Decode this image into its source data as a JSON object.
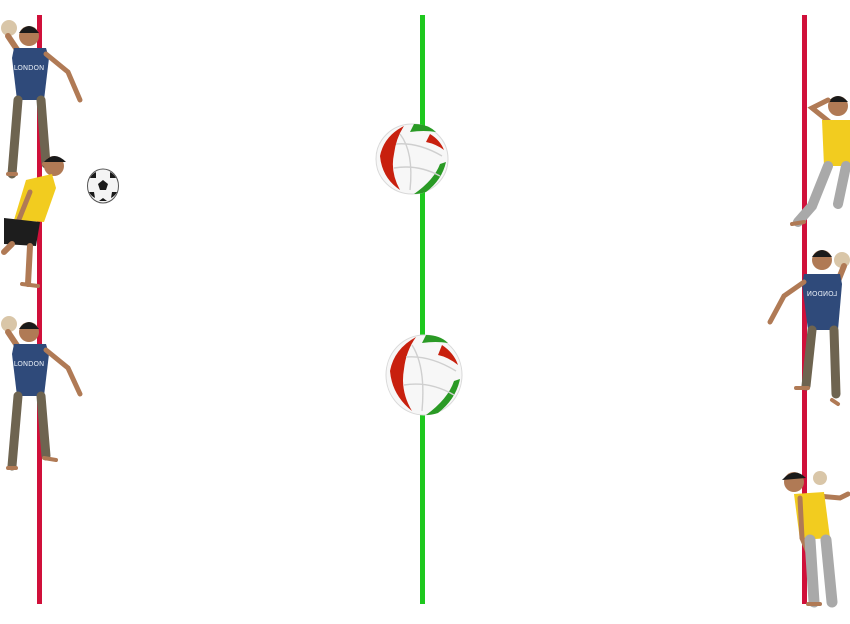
{
  "scene": {
    "background": "#ffffff",
    "colors": {
      "side_line": "#d0103a",
      "center_line": "#1ec81e",
      "skin": "#b07a55",
      "hair": "#1a1a1a",
      "shirt_blue": "#2f4a7a",
      "shirt_yellow": "#f2cc1f",
      "pants_khaki": "#6e6450",
      "pants_black": "#1d1d1d",
      "pants_grey": "#a9a9a9",
      "ball_held": "#d9c6a8",
      "volleyball_red": "#c8200e",
      "volleyball_green": "#2a9a25",
      "shirt_text": "LONDON"
    },
    "lines": [
      {
        "name": "left-boundary-line",
        "color_key": "side_line"
      },
      {
        "name": "center-line",
        "color_key": "center_line"
      },
      {
        "name": "right-boundary-line",
        "color_key": "side_line"
      }
    ],
    "players": [
      {
        "name": "player-left-1",
        "team": "left",
        "facing": "right",
        "shirt": "blue",
        "pose": "throwing"
      },
      {
        "name": "player-left-2",
        "team": "left",
        "facing": "right",
        "shirt": "yellow",
        "pose": "kicking"
      },
      {
        "name": "player-left-3",
        "team": "left",
        "facing": "right",
        "shirt": "blue",
        "pose": "throwing"
      },
      {
        "name": "player-right-1",
        "team": "right",
        "facing": "left",
        "shirt": "yellow",
        "pose": "crouching"
      },
      {
        "name": "player-right-2",
        "team": "right",
        "facing": "left",
        "shirt": "blue",
        "pose": "throwing"
      },
      {
        "name": "player-right-3",
        "team": "right",
        "facing": "left",
        "shirt": "yellow",
        "pose": "standing"
      }
    ],
    "balls": [
      {
        "name": "soccer-ball",
        "type": "soccer"
      },
      {
        "name": "volleyball-top",
        "type": "volleyball"
      },
      {
        "name": "volleyball-bottom",
        "type": "volleyball"
      }
    ]
  }
}
